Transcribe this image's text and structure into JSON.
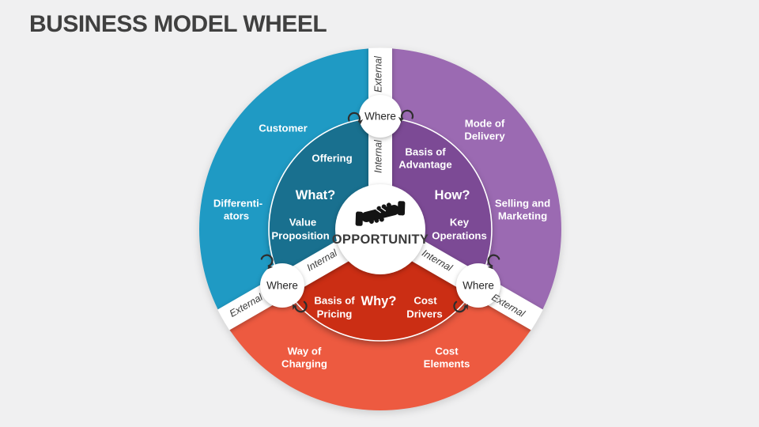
{
  "slide": {
    "title": "BUSINESS MODEL WHEEL"
  },
  "wheel": {
    "center": {
      "label": "OPPORTUNITY",
      "icon": "handshake-icon"
    },
    "where": "Where",
    "where_arrow_icon": "rotate-arrow-icon",
    "spoke_labels": {
      "external": "External",
      "internal": "Internal"
    },
    "sectors": {
      "what": {
        "question": "What?",
        "inner": {
          "top": "Offering",
          "bottom": [
            "Value",
            "Proposition"
          ]
        },
        "outer": {
          "top": "Customer",
          "side": [
            "Differenti-",
            "ators"
          ]
        }
      },
      "how": {
        "question": "How?",
        "inner": {
          "top": [
            "Basis of",
            "Advantage"
          ],
          "bottom": [
            "Key",
            "Operations"
          ]
        },
        "outer": {
          "top": [
            "Mode of",
            "Delivery"
          ],
          "side": [
            "Selling and",
            "Marketing"
          ]
        }
      },
      "why": {
        "question": "Why?",
        "inner": {
          "left": [
            "Basis of",
            "Pricing"
          ],
          "right": [
            "Cost",
            "Drivers"
          ]
        },
        "outer": {
          "left": [
            "Way of",
            "Charging"
          ],
          "right": [
            "Cost",
            "Elements"
          ]
        }
      }
    },
    "colors": {
      "what_outer": "#1f9ac4",
      "what_inner": "#19708f",
      "how_outer": "#9b6ab2",
      "how_inner": "#7c4a95",
      "why_outer": "#ed5a40",
      "why_inner": "#cb2e14",
      "background": "#f0f0f1",
      "title_text": "#404040"
    }
  }
}
